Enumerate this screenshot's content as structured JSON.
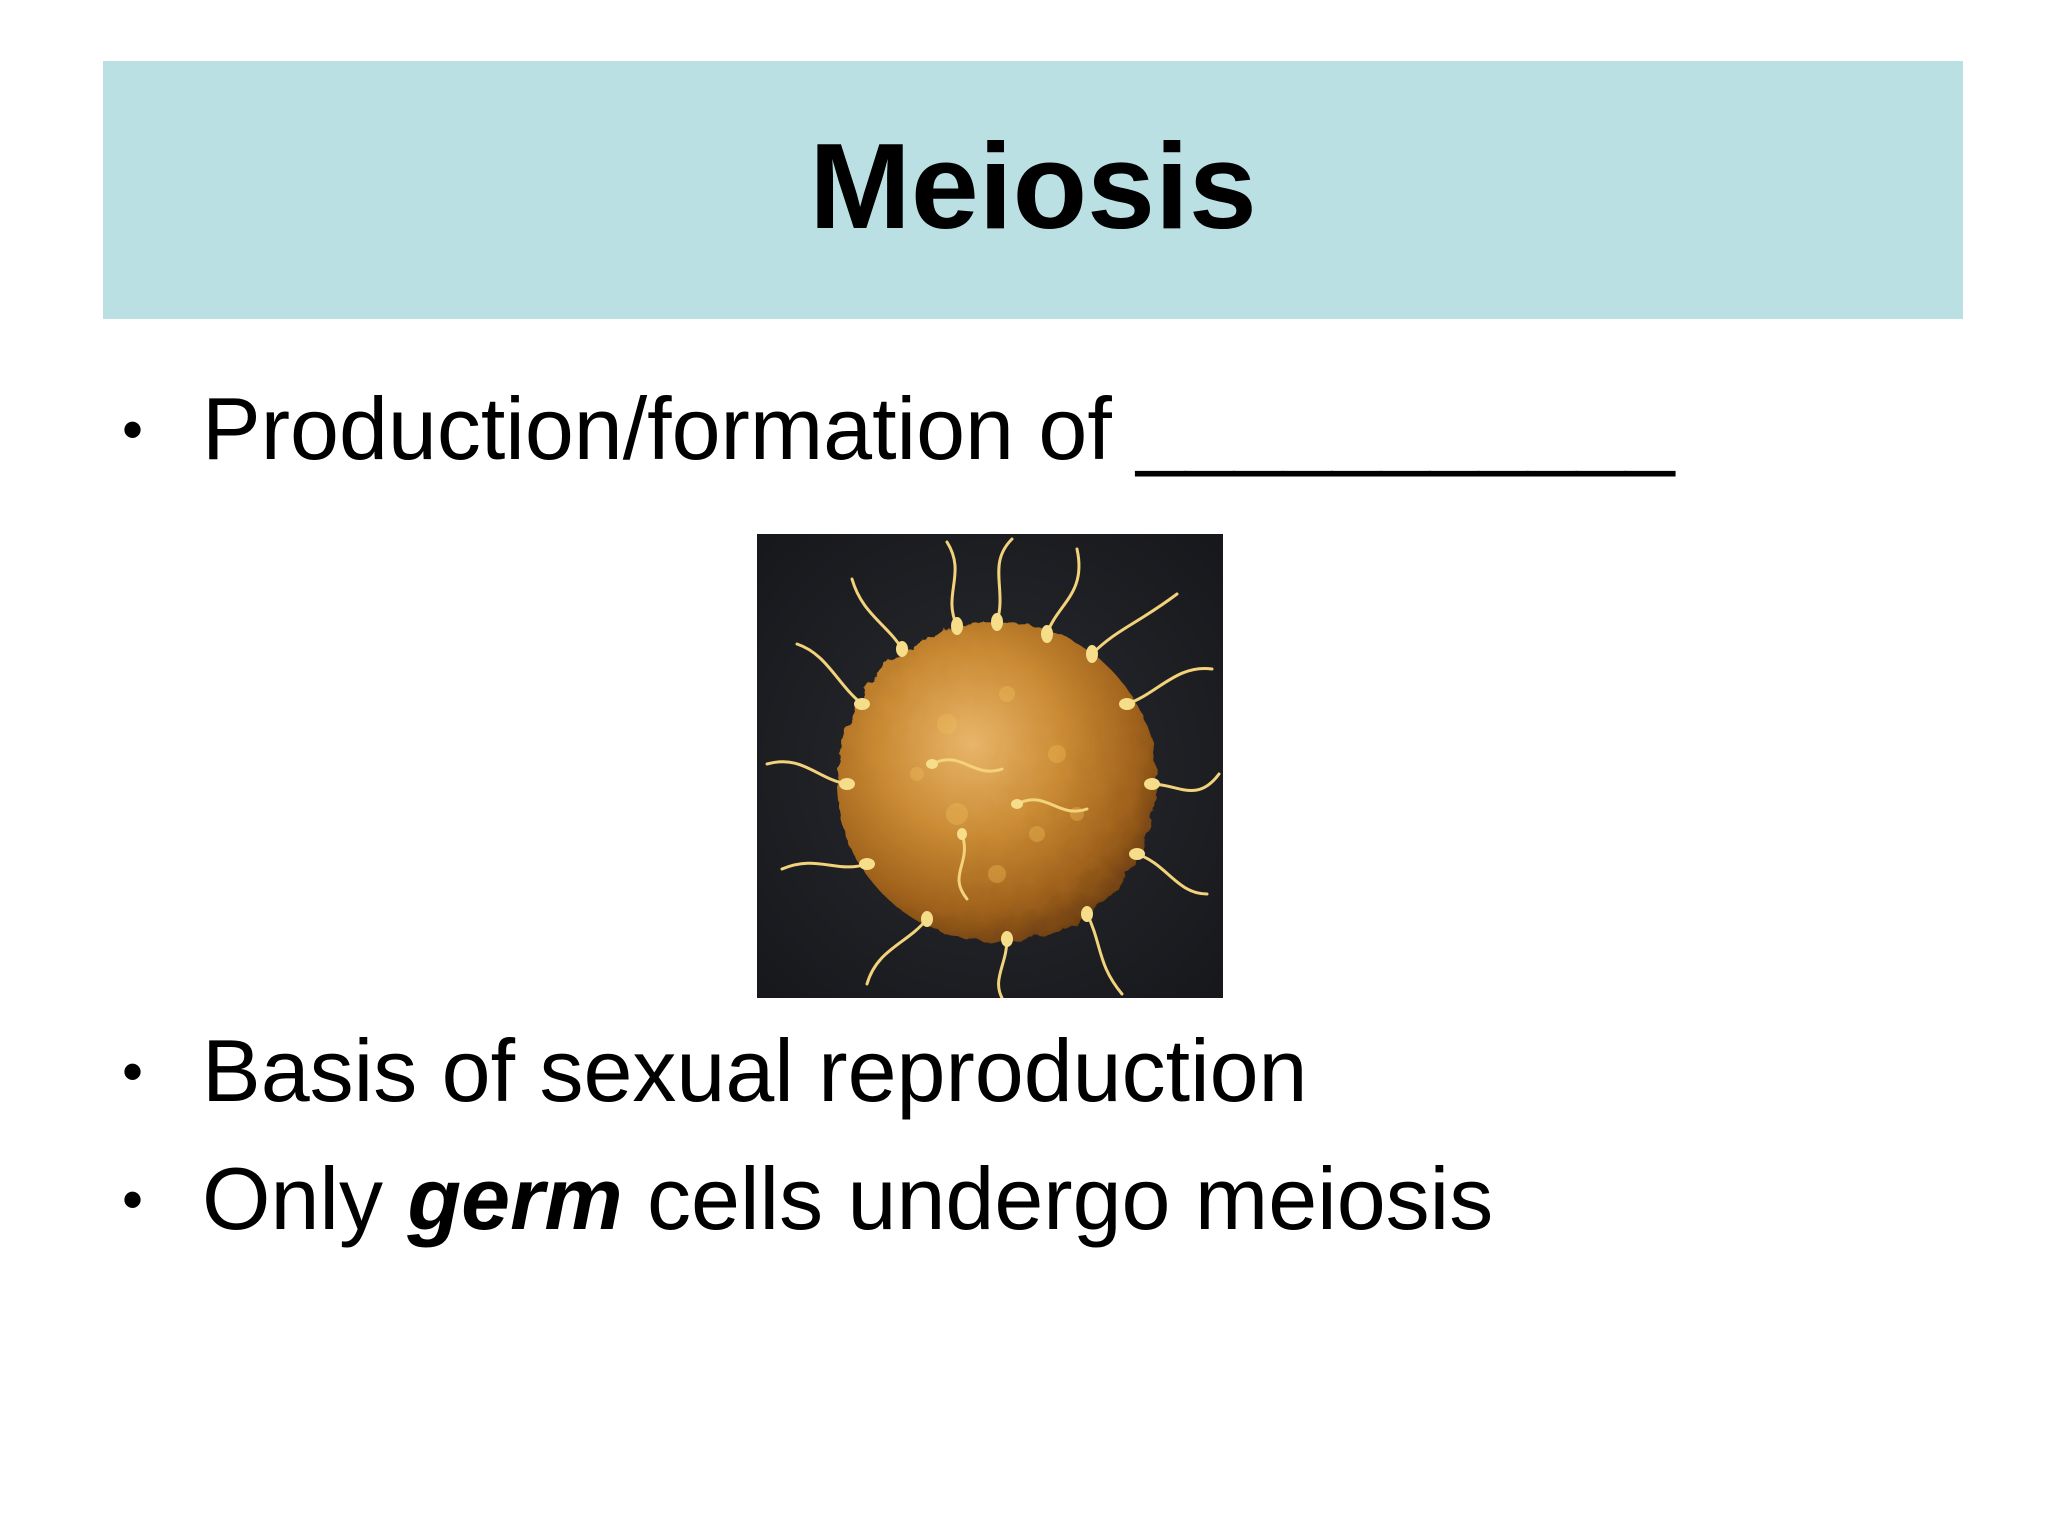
{
  "slide": {
    "title": "Meiosis",
    "header_color": "#bae0e3",
    "bullets": [
      {
        "text": "Production/formation of ___________"
      },
      {
        "text": "Basis of sexual reproduction"
      },
      {
        "prefix": "Only ",
        "emphasis": "germ",
        "suffix": " cells undergo meiosis"
      }
    ],
    "image": {
      "icon": "egg-cell-with-sperm-photo"
    }
  }
}
